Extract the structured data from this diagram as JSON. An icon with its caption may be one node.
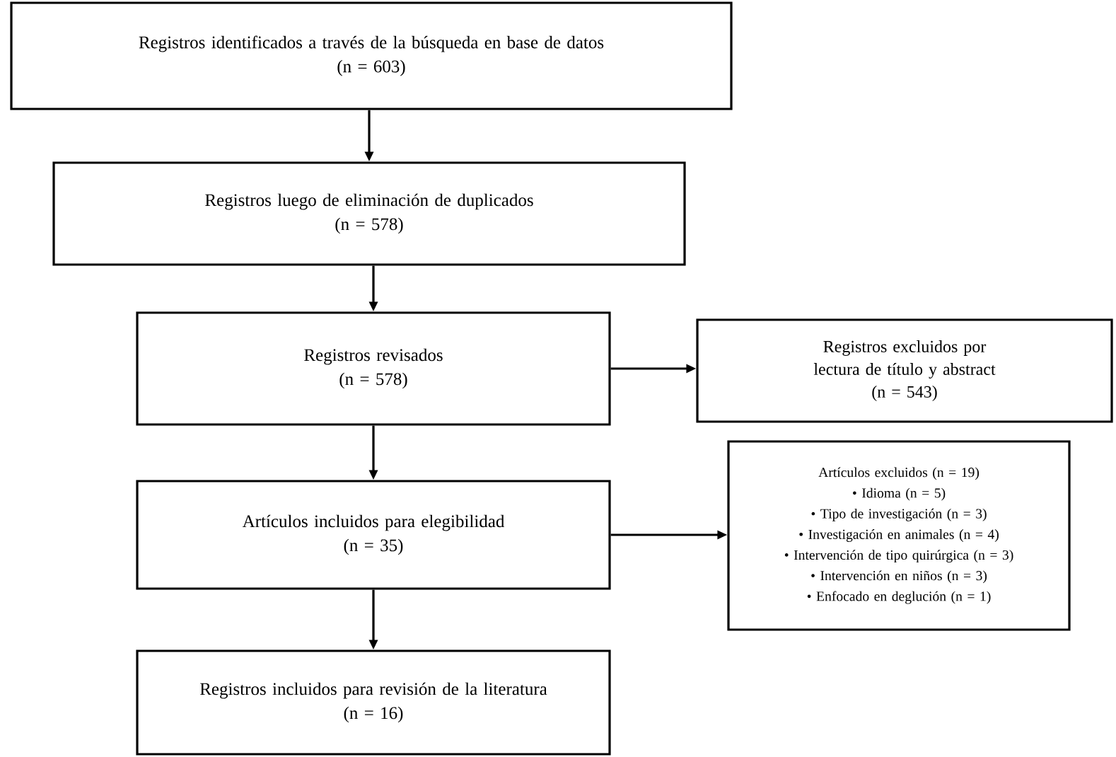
{
  "diagram": {
    "nodes": [
      {
        "text": [
          "Registros identificados a través de la búsqueda en base de datos",
          "(n = 603)"
        ]
      },
      {
        "text": [
          "Registros luego de eliminación de duplicados",
          "(n = 578)"
        ]
      },
      {
        "text": [
          "Registros revisados",
          "(n = 578)"
        ]
      },
      {
        "text": [
          "Registros excluidos por lectura de título y abstract",
          "(n = 543)"
        ]
      },
      {
        "text": [
          "Artículos incluidos para elegibilidad",
          "(n = 35)"
        ]
      },
      {
        "text": [
          "Artículos excluidos (n = 19)",
          "• Idioma (n = 5)",
          "• Tipo de investigación (n = 3)",
          "• Investigación en animales (n = 4)",
          "• Intervención de tipo quirúrgica (n = 3)",
          "• Intervención en niños (n = 3)",
          "• Enfocado en deglución (n = 1)"
        ]
      },
      {
        "text": [
          "Registros incluidos para revisión de la literatura",
          "(n = 16)"
        ]
      }
    ],
    "edges": [
      {
        "from": 0,
        "to": 1,
        "arrow": "to"
      },
      {
        "from": 1,
        "to": 2,
        "arrow": "to"
      },
      {
        "from": 2,
        "to": 3,
        "arrow": "to"
      },
      {
        "from": 2,
        "to": 4,
        "arrow": "to"
      },
      {
        "from": 4,
        "to": 5,
        "arrow": "to"
      },
      {
        "from": 4,
        "to": 6,
        "arrow": "to"
      }
    ]
  }
}
